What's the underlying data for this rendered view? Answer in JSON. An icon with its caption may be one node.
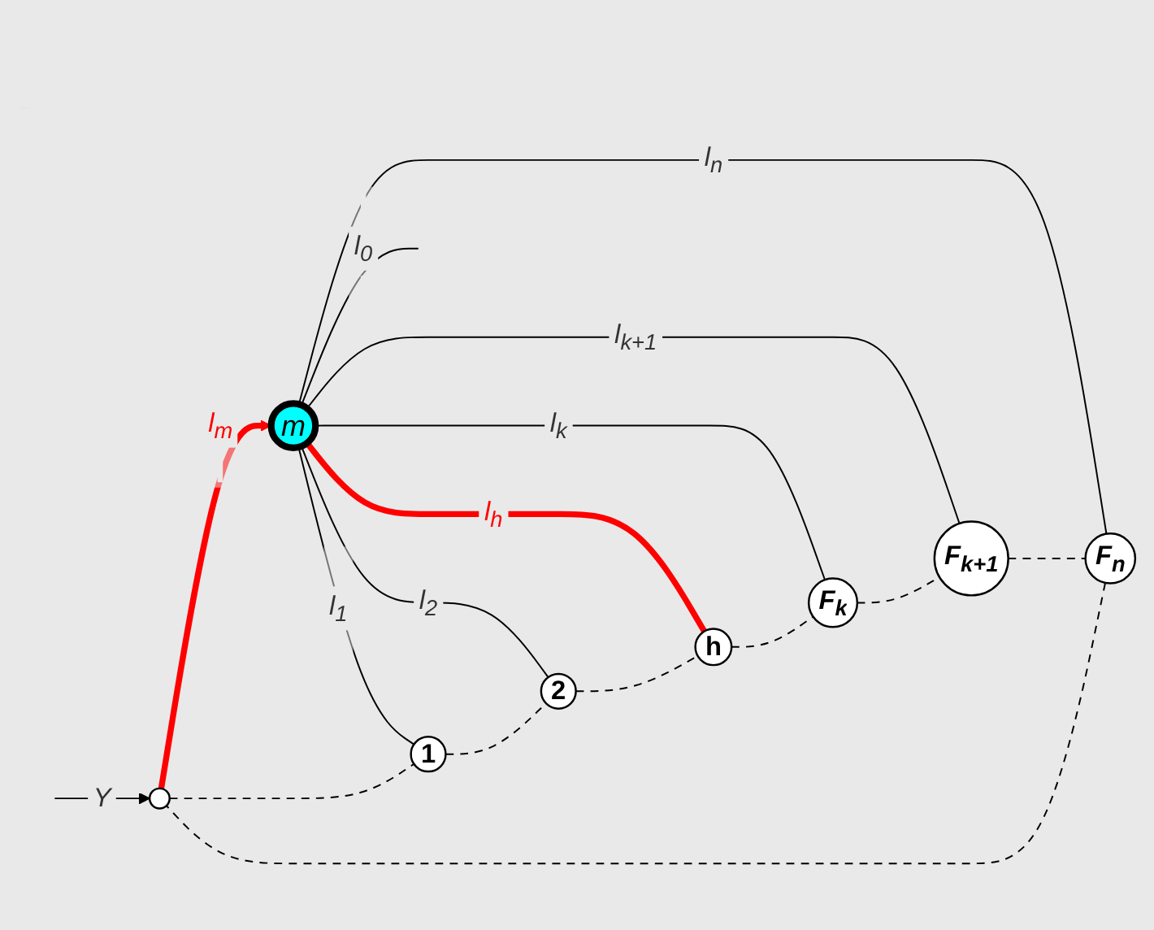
{
  "diagram": {
    "nodes": [
      {
        "text": [],
        "shape": "circle"
      },
      {
        "text": [
          "m"
        ]
      },
      {
        "text": [
          "1"
        ]
      },
      {
        "text": [
          "2"
        ]
      },
      {
        "text": [
          "h"
        ]
      },
      {
        "text": [
          "F$_{k}$"
        ]
      },
      {
        "text": [
          "F$_{k+1}$"
        ]
      },
      {
        "text": [
          "F$_{n}$"
        ]
      }
    ],
    "edges": [
      {
        "from": null,
        "to": 0,
        "arrow": "to",
        "label": "Y"
      },
      {
        "from": 0,
        "to": 1,
        "arrow": "to",
        "label": "l$_{m}$",
        "style": "thick",
        "color": "#ff0000"
      },
      {
        "from": 1,
        "to": null,
        "arrow": "none",
        "label": "l$_{0}$"
      },
      {
        "from": 1,
        "to": 2,
        "arrow": "none",
        "label": "l$_{1}$"
      },
      {
        "from": 1,
        "to": 3,
        "arrow": "none",
        "label": "l$_{2}$"
      },
      {
        "from": 1,
        "to": 4,
        "arrow": "none",
        "label": "l$_{h}$",
        "style": "thick",
        "color": "#ff0000"
      },
      {
        "from": 1,
        "to": 5,
        "arrow": "none",
        "label": "l$_{k}$"
      },
      {
        "from": 1,
        "to": 6,
        "arrow": "none",
        "label": "l$_{k+1}$"
      },
      {
        "from": 1,
        "to": 7,
        "arrow": "none",
        "label": "l$_{n}$"
      },
      {
        "from": 0,
        "to": 2,
        "arrow": "none",
        "style": "dashed"
      },
      {
        "from": 2,
        "to": 3,
        "arrow": "none",
        "style": "dashed"
      },
      {
        "from": 3,
        "to": 4,
        "arrow": "none",
        "style": "dashed"
      },
      {
        "from": 4,
        "to": 5,
        "arrow": "none",
        "style": "dashed"
      },
      {
        "from": 5,
        "to": 6,
        "arrow": "none",
        "style": "dashed"
      },
      {
        "from": 6,
        "to": 7,
        "arrow": "none",
        "style": "dashed"
      },
      {
        "from": 7,
        "to": 0,
        "arrow": "none",
        "style": "dashed"
      }
    ]
  }
}
